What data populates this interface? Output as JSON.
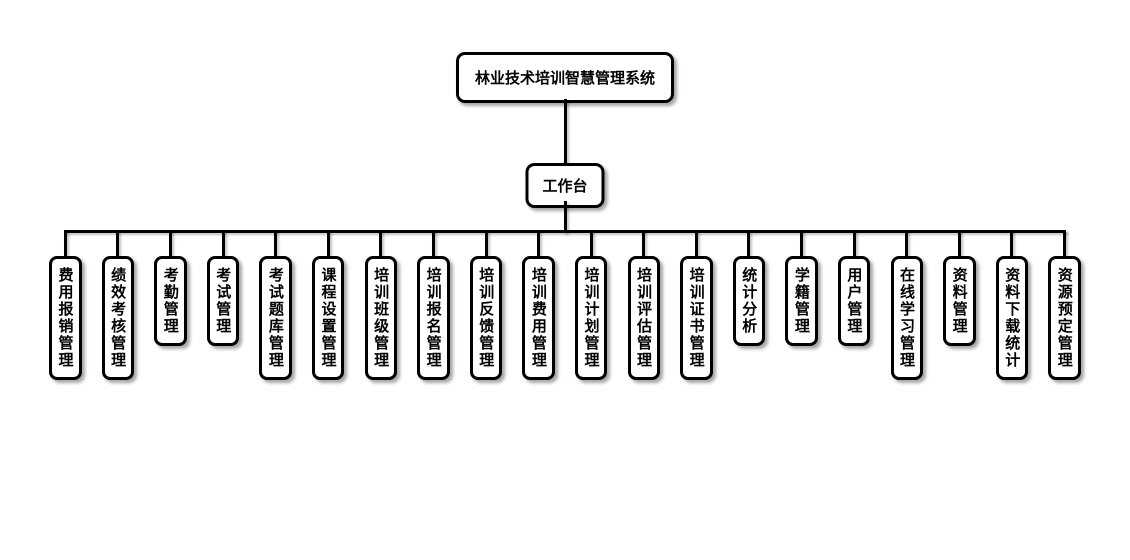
{
  "root": {
    "label": "林业技术培训智慧管理系统"
  },
  "level2": {
    "label": "工作台"
  },
  "children": [
    {
      "label": "费用报销管理"
    },
    {
      "label": "绩效考核管理"
    },
    {
      "label": "考勤管理"
    },
    {
      "label": "考试管理"
    },
    {
      "label": "考试题库管理"
    },
    {
      "label": "课程设置管理"
    },
    {
      "label": "培训班级管理"
    },
    {
      "label": "培训报名管理"
    },
    {
      "label": "培训反馈管理"
    },
    {
      "label": "培训费用管理"
    },
    {
      "label": "培训计划管理"
    },
    {
      "label": "培训评估管理"
    },
    {
      "label": "培训证书管理"
    },
    {
      "label": "统计分析"
    },
    {
      "label": "学籍管理"
    },
    {
      "label": "用户管理"
    },
    {
      "label": "在线学习管理"
    },
    {
      "label": "资料管理"
    },
    {
      "label": "资料下载统计"
    },
    {
      "label": "资源预定管理"
    }
  ],
  "colors": {
    "line": "#000000",
    "border": "#000000",
    "box_bg": "#ffffff",
    "text": "#000000"
  }
}
